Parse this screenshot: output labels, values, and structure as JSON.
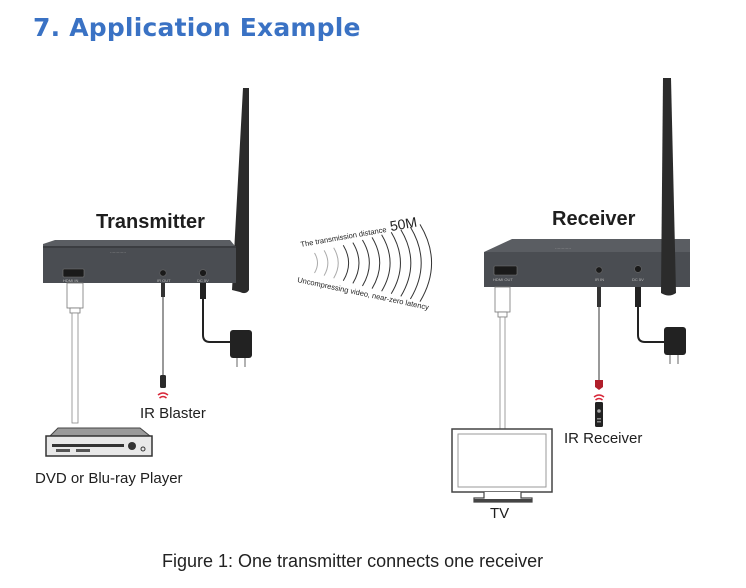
{
  "section": {
    "number": "7.",
    "title": "7. Application Example"
  },
  "transmitter": {
    "title": "Transmitter",
    "ports": [
      "HDMI IN",
      "IR OUT",
      "DC 5V"
    ],
    "accessory_label": "IR Blaster",
    "source_device_label": "DVD or Blu-ray Player"
  },
  "receiver": {
    "title": "Receiver",
    "ports": [
      "HDMI OUT",
      "IR IN",
      "DC 5V"
    ],
    "accessory_label": "IR Receiver",
    "display_device_label": "TV"
  },
  "wireless": {
    "distance_prefix": "The transmission distance",
    "distance_value": "50M",
    "latency_note": "Uncompressing video, near-zero latency"
  },
  "caption": "Figure 1: One transmitter connects one receiver",
  "colors": {
    "title_blue": "#3a72c4",
    "device_body": "#4a4d52",
    "antenna": "#2b2b2b",
    "ir_red": "#d8283a"
  }
}
